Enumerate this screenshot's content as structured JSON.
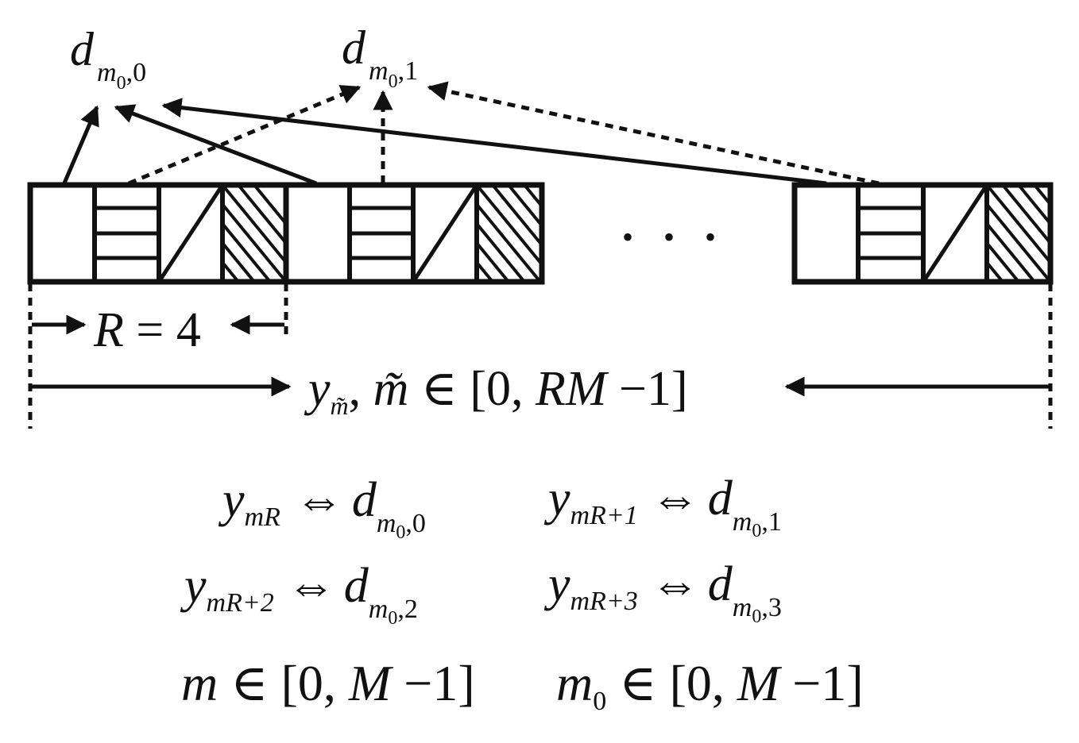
{
  "labels": {
    "d_base": "d",
    "m0_m": "m",
    "m0_sub": "0",
    "d0_index": ",0",
    "d1_index": ",1",
    "d2_index": ",2",
    "d3_index": ",3",
    "ellipsis": "• • •",
    "r_label_var": "R",
    "r_label_eq": " = 4",
    "y_base": "y",
    "m_tilde_sub": "m̃",
    "range_comma": ", ",
    "range_m_tilde": "m̃",
    "range_in": " ∈ [0, ",
    "range_rm": "RM",
    "range_tail": " −1]",
    "equiv": "⇔",
    "sub_mR": "mR",
    "sub_mR1": "mR+1",
    "sub_mR2": "mR+2",
    "sub_mR3": "mR+3",
    "m_var": "m",
    "m_range_in": " ∈ [0, ",
    "M_var": "M",
    "m_range_tail": " −1]",
    "m0_var": "m",
    "m0_var_sub": "0",
    "m0_range_in": " ∈ [0, ",
    "M0_var": "M",
    "m0_range_tail": " −1]"
  },
  "blocks": [
    {
      "cells": [
        "empty",
        "horizontal-hatch",
        "diagonal-single",
        "dense-diagonal-hatch"
      ]
    },
    {
      "cells": [
        "empty",
        "horizontal-hatch",
        "diagonal-single",
        "dense-diagonal-hatch"
      ]
    },
    {
      "cells": [
        "empty",
        "horizontal-hatch",
        "diagonal-single",
        "dense-diagonal-hatch"
      ]
    }
  ],
  "colors": {
    "ink": "#111111",
    "background": "#ffffff"
  }
}
